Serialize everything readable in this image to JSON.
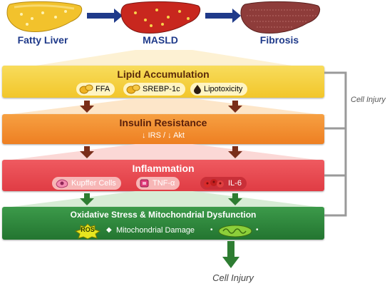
{
  "stages": {
    "fatty_liver": "Fatty Liver",
    "masld": "MASLD",
    "fibrosis": "Fibrosis"
  },
  "bands": {
    "lipid": {
      "title": "Lipid Accumulation",
      "ffa": "FFA",
      "srebp": "SREBP-1c",
      "lipotoxicity": "Lipotoxicity"
    },
    "insulin": {
      "title": "Insulin Resistance",
      "irs": "IRS",
      "slash": "/",
      "akt": "Akt"
    },
    "inflammation": {
      "title": "Inflammation",
      "kupffer": "Kupffer Cells",
      "tnf": "TNF-α",
      "il6": "IL-6"
    },
    "oxidative": {
      "title": "Oxidative Stress & Mitochondrial Dysfunction",
      "ros": "ROS",
      "mito_damage": "Mitochondrial Damage"
    }
  },
  "side_label": "Cell Injury",
  "bottom_label": "Cell Injury",
  "colors": {
    "lipid": "#f4cf3a",
    "insulin": "#f08a2a",
    "inflammation": "#e8464f",
    "oxidative": "#2f8a3f",
    "arrow_brown": "#7a2e1a",
    "arrow_green": "#2e7d32",
    "title_blue": "#1f3a8a"
  }
}
